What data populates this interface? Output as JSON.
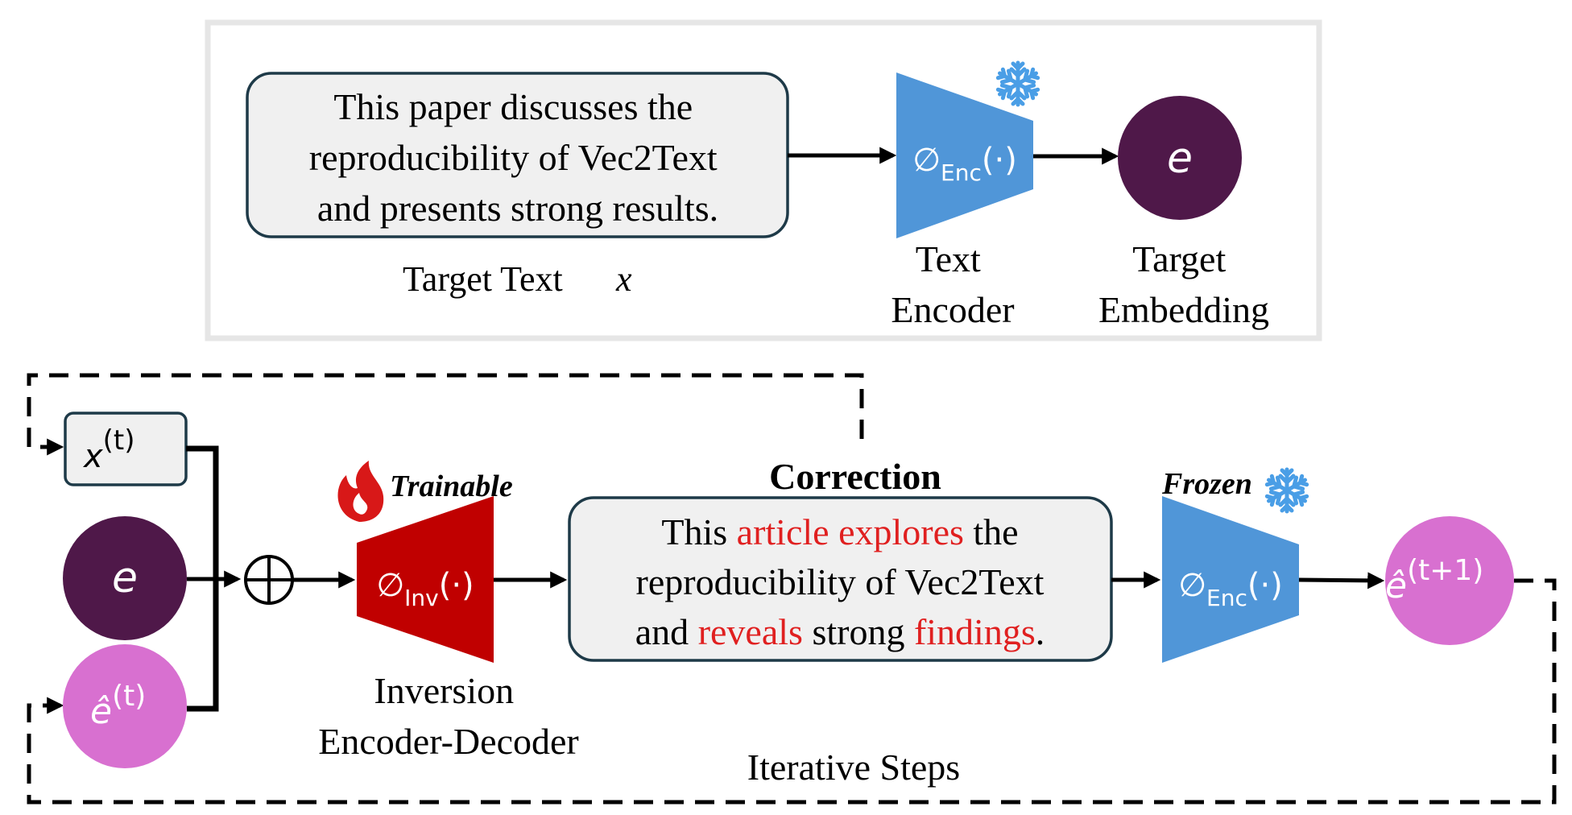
{
  "top_panel": {
    "target_text_lines": [
      "This paper discusses the",
      "reproducibility of Vec2Text",
      "and presents strong results."
    ],
    "target_text_caption": "Target Text",
    "target_text_symbol": "x",
    "encoder_symbol": "∅",
    "encoder_subscript": "Enc",
    "encoder_arg": "(·)",
    "encoder_caption_lines": [
      "Text",
      "Encoder"
    ],
    "embedding_symbol": "e",
    "embedding_caption_lines": [
      "Target",
      "Embedding"
    ]
  },
  "bottom_panel": {
    "x_t_base": "x",
    "x_t_sup": "(t)",
    "e_symbol": "e",
    "e_hat_base": "ê",
    "e_hat_sup": "(t)",
    "plus_symbol": "+",
    "trainable_label": "Trainable",
    "inversion_symbol": "∅",
    "inversion_subscript": "Inv",
    "inversion_arg": "(·)",
    "inversion_caption_lines": [
      "Inversion",
      "Encoder-Decoder"
    ],
    "correction_title": "Correction",
    "correction_lines": [
      [
        {
          "text": "This ",
          "hl": false
        },
        {
          "text": "article explores",
          "hl": true
        },
        {
          "text": " the",
          "hl": false
        }
      ],
      [
        {
          "text": "reproducibility of Vec2Text",
          "hl": false
        }
      ],
      [
        {
          "text": "and ",
          "hl": false
        },
        {
          "text": "reveals",
          "hl": true
        },
        {
          "text": " strong ",
          "hl": false
        },
        {
          "text": "findings",
          "hl": true
        },
        {
          "text": ".",
          "hl": false
        }
      ]
    ],
    "frozen_label": "Frozen",
    "encoder_symbol": "∅",
    "encoder_subscript": "Enc",
    "encoder_arg": "(·)",
    "output_base": "ê",
    "output_sup": "(t+1)",
    "loop_label": "Iterative Steps"
  },
  "icons": {
    "top_encoder": "snowflake-icon",
    "frozen_encoder": "snowflake-icon",
    "trainable": "flame-icon"
  },
  "colors": {
    "encoder_blue": "#5096d8",
    "inversion_red": "#c00000",
    "embedding_dark": "#4f1849",
    "embedding_pink": "#d870d0",
    "highlight_red": "#e02020",
    "snowflake_blue": "#4a9ee6",
    "box_fill": "#f0f0f0",
    "box_border": "#1e3a48"
  }
}
